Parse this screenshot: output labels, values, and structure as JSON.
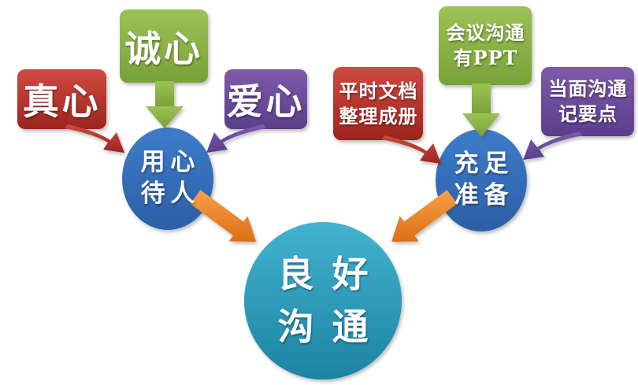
{
  "diagram": {
    "type": "converging-communication-smartart",
    "background": "#ffffff",
    "left_cluster": {
      "inputs": [
        {
          "label": "真心",
          "color": "red"
        },
        {
          "label": "诚心",
          "color": "green"
        },
        {
          "label": "爱心",
          "color": "purple"
        }
      ],
      "hub": {
        "lines": [
          "用心",
          "待人"
        ],
        "color": "blue"
      }
    },
    "right_cluster": {
      "inputs": [
        {
          "lines": [
            "平时文档",
            "整理成册"
          ],
          "color": "red"
        },
        {
          "lines": [
            "会议沟通",
            "有PPT"
          ],
          "color": "green"
        },
        {
          "lines": [
            "当面沟通",
            "记要点"
          ],
          "color": "purple"
        }
      ],
      "hub": {
        "lines": [
          "充足",
          "准备"
        ],
        "color": "blue"
      }
    },
    "center": {
      "lines": [
        "良好",
        "沟通"
      ],
      "color": "teal"
    }
  },
  "colors": {
    "red_light": "#CE4A41",
    "red_dark": "#9E241E",
    "green_light": "#9CC255",
    "green_dark": "#78A137",
    "purple_light": "#7D5BAA",
    "purple_dark": "#5A3E8C",
    "blue_light": "#3E7CC9",
    "blue_dark": "#2B5FA6",
    "teal_light": "#43B3D0",
    "teal_dark": "#1C83A3",
    "orange_light": "#F7A04A",
    "orange_dark": "#DE6F12"
  }
}
